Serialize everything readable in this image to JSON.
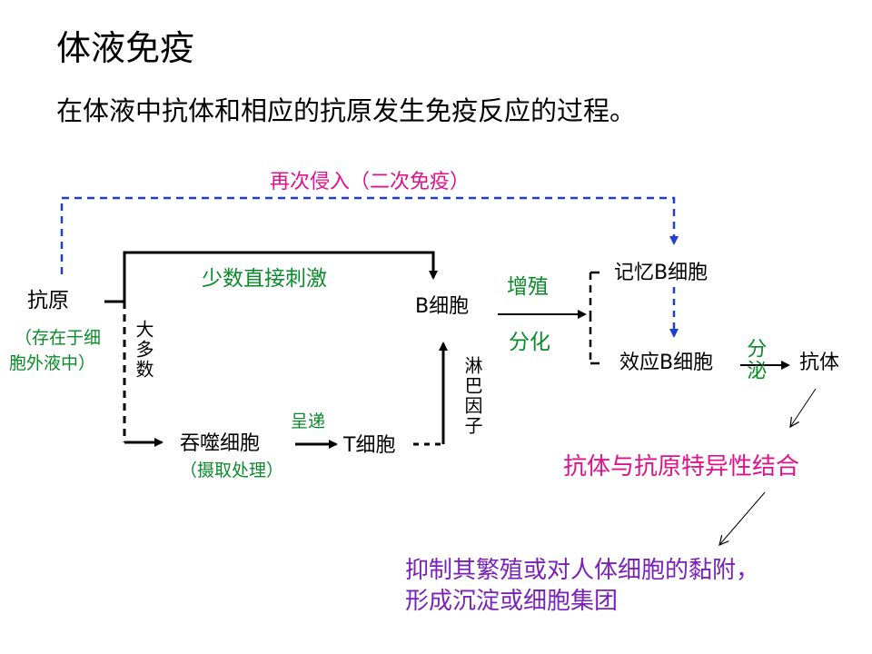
{
  "title": "体液免疫",
  "subtitle": "在体液中抗体和相应的抗原发生免疫反应的过程。",
  "diagram": {
    "reinvasion_label": "再次侵入（二次免疫）",
    "antigen": "抗原",
    "antigen_note_line1": "（存在于细",
    "antigen_note_line2": "胞外液中）",
    "majority_label": "大多数",
    "minority_label": "少数直接刺激",
    "phagocyte": "吞噬细胞",
    "phagocyte_note": "（摄取处理）",
    "present_label": "呈递",
    "t_cell": "T细胞",
    "lymphokine_label": "淋巴因子",
    "b_cell": "B细胞",
    "proliferate_label": "增殖",
    "differentiate_label": "分化",
    "memory_b_cell": "记忆B细胞",
    "effector_b_cell": "效应B细胞",
    "secrete_label": "分泌",
    "antibody": "抗体",
    "binding_text": "抗体与抗原特异性结合",
    "result_line1": "抑制其繁殖或对人体细胞的黏附，",
    "result_line2": "形成沉淀或细胞集团"
  },
  "colors": {
    "pink": "#e0118a",
    "green": "#0a8a2a",
    "purple": "#7a22b8",
    "blue_dashed": "#1f3fd0",
    "black": "#000000"
  }
}
